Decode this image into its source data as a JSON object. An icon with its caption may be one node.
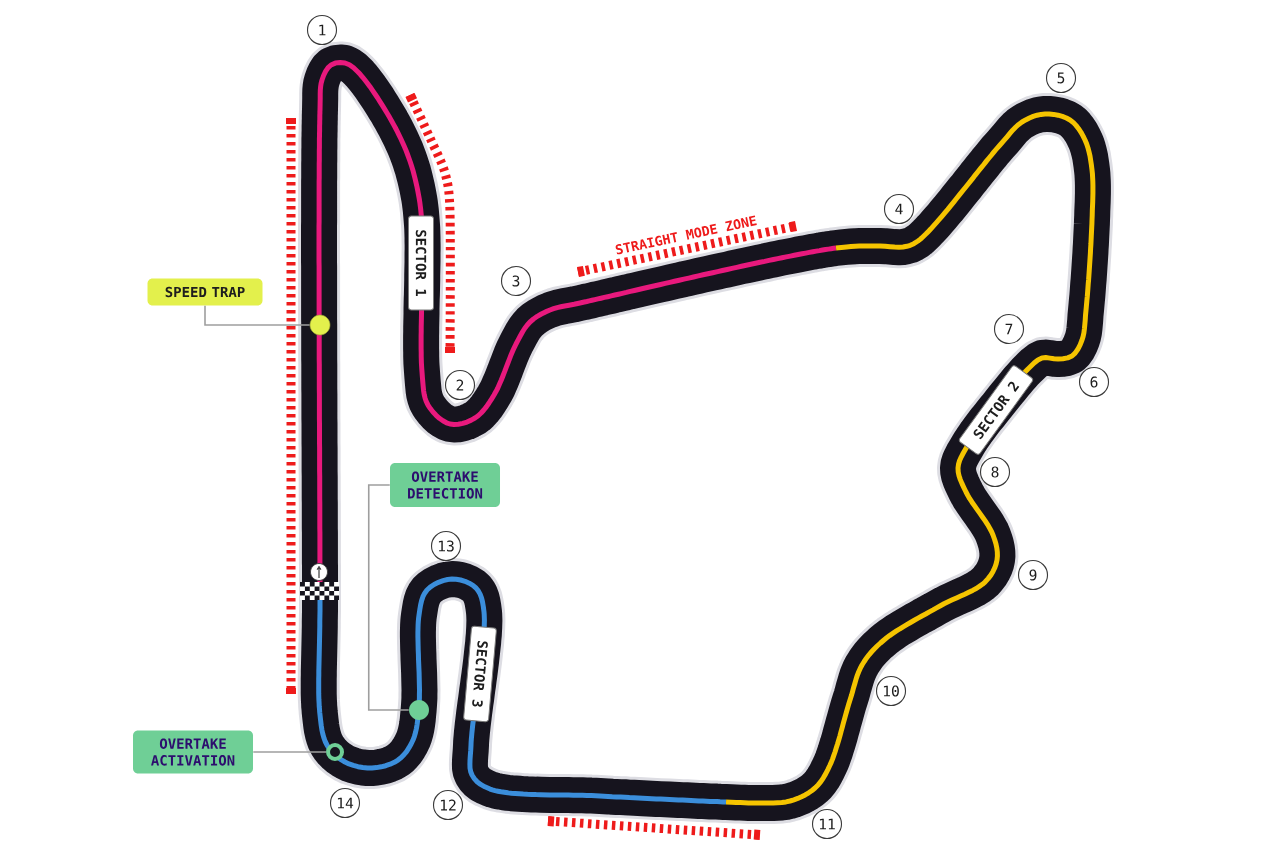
{
  "diagram": {
    "nodes": [
      {
        "text": [
          "1"
        ]
      },
      {
        "text": [
          "2"
        ]
      },
      {
        "text": [
          "3"
        ]
      },
      {
        "text": [
          "4"
        ]
      },
      {
        "text": [
          "5"
        ]
      },
      {
        "text": [
          "6"
        ]
      },
      {
        "text": [
          "7"
        ]
      },
      {
        "text": [
          "8"
        ]
      },
      {
        "text": [
          "9"
        ]
      },
      {
        "text": [
          "10"
        ]
      },
      {
        "text": [
          "11"
        ]
      },
      {
        "text": [
          "12"
        ]
      },
      {
        "text": [
          "13"
        ]
      },
      {
        "text": [
          "14"
        ]
      },
      {
        "text": [
          "SECTOR 1"
        ]
      },
      {
        "text": [
          "SECTOR 2"
        ]
      },
      {
        "text": [
          "SECTOR 3"
        ]
      },
      {
        "text": [
          "SPEED TRAP"
        ]
      },
      {
        "text": [
          "OVERTAKE DETECTION"
        ]
      },
      {
        "text": [
          "OVERTAKE ACTIVATION"
        ]
      },
      {
        "text": [],
        "shape": "circle"
      },
      {
        "text": [],
        "shape": "circle"
      },
      {
        "text": [],
        "shape": "circle"
      }
    ],
    "edges": [
      {
        "from": 17,
        "to": 20,
        "arrow": "none"
      },
      {
        "from": 18,
        "to": 21,
        "arrow": "none"
      },
      {
        "from": 19,
        "to": 22,
        "arrow": "none"
      }
    ],
    "labels": [
      "STRAIGHT MODE ZONE"
    ]
  }
}
